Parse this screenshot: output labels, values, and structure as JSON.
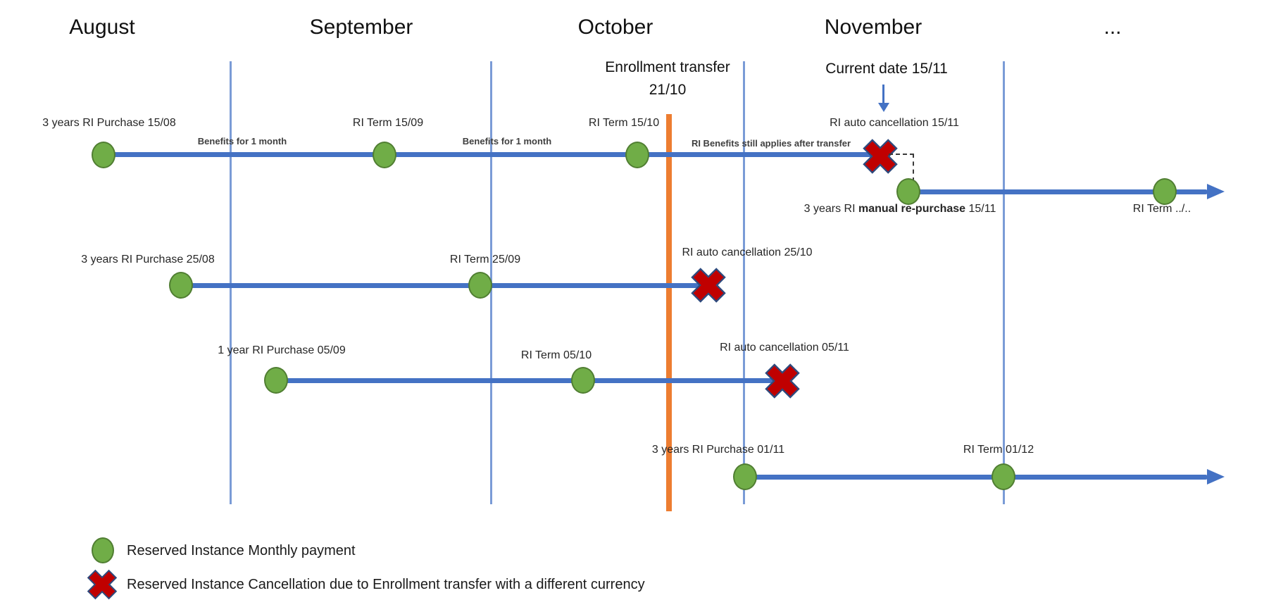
{
  "months": [
    {
      "label": "August"
    },
    {
      "label": "September"
    },
    {
      "label": "October"
    },
    {
      "label": "November"
    },
    {
      "label": "..."
    }
  ],
  "annotations": {
    "enrollment_transfer_line1": "Enrollment transfer",
    "enrollment_transfer_line2": "21/10",
    "current_date": "Current date 15/11"
  },
  "timelines": {
    "row1": {
      "purchase": "3 years RI Purchase 15/08",
      "benefits1": "Benefits for 1 month",
      "term1": "RI Term 15/09",
      "benefits2": "Benefits for 1 month",
      "term2": "RI Term 15/10",
      "transfer_note": "RI Benefits still applies after transfer",
      "cancellation": "RI auto cancellation 15/11"
    },
    "row1b": {
      "repurchase_prefix": "3 years RI ",
      "repurchase_bold": "manual re-purchase",
      "repurchase_suffix": " 15/11",
      "term": "RI Term ../.."
    },
    "row2": {
      "purchase": "3 years RI Purchase 25/08",
      "term": "RI Term 25/09",
      "cancellation": "RI auto cancellation 25/10"
    },
    "row3": {
      "purchase": "1 year RI Purchase 05/09",
      "term": "RI Term 05/10",
      "cancellation": "RI auto cancellation 05/11"
    },
    "row4": {
      "purchase": "3 years RI Purchase 01/11",
      "term": "RI Term 01/12"
    }
  },
  "legend": {
    "monthly_payment": "Reserved Instance Monthly payment",
    "cancellation": "Reserved Instance Cancellation due to Enrollment transfer with a different currency"
  },
  "colors": {
    "timeline_blue": "#4472C4",
    "guide_blue": "#7a9bd6",
    "dot_green": "#70AD47",
    "dot_border_green": "#507E32",
    "cross_red": "#C00000",
    "cross_border_navy": "#2E4A7D",
    "transfer_orange": "#ED7D31"
  }
}
